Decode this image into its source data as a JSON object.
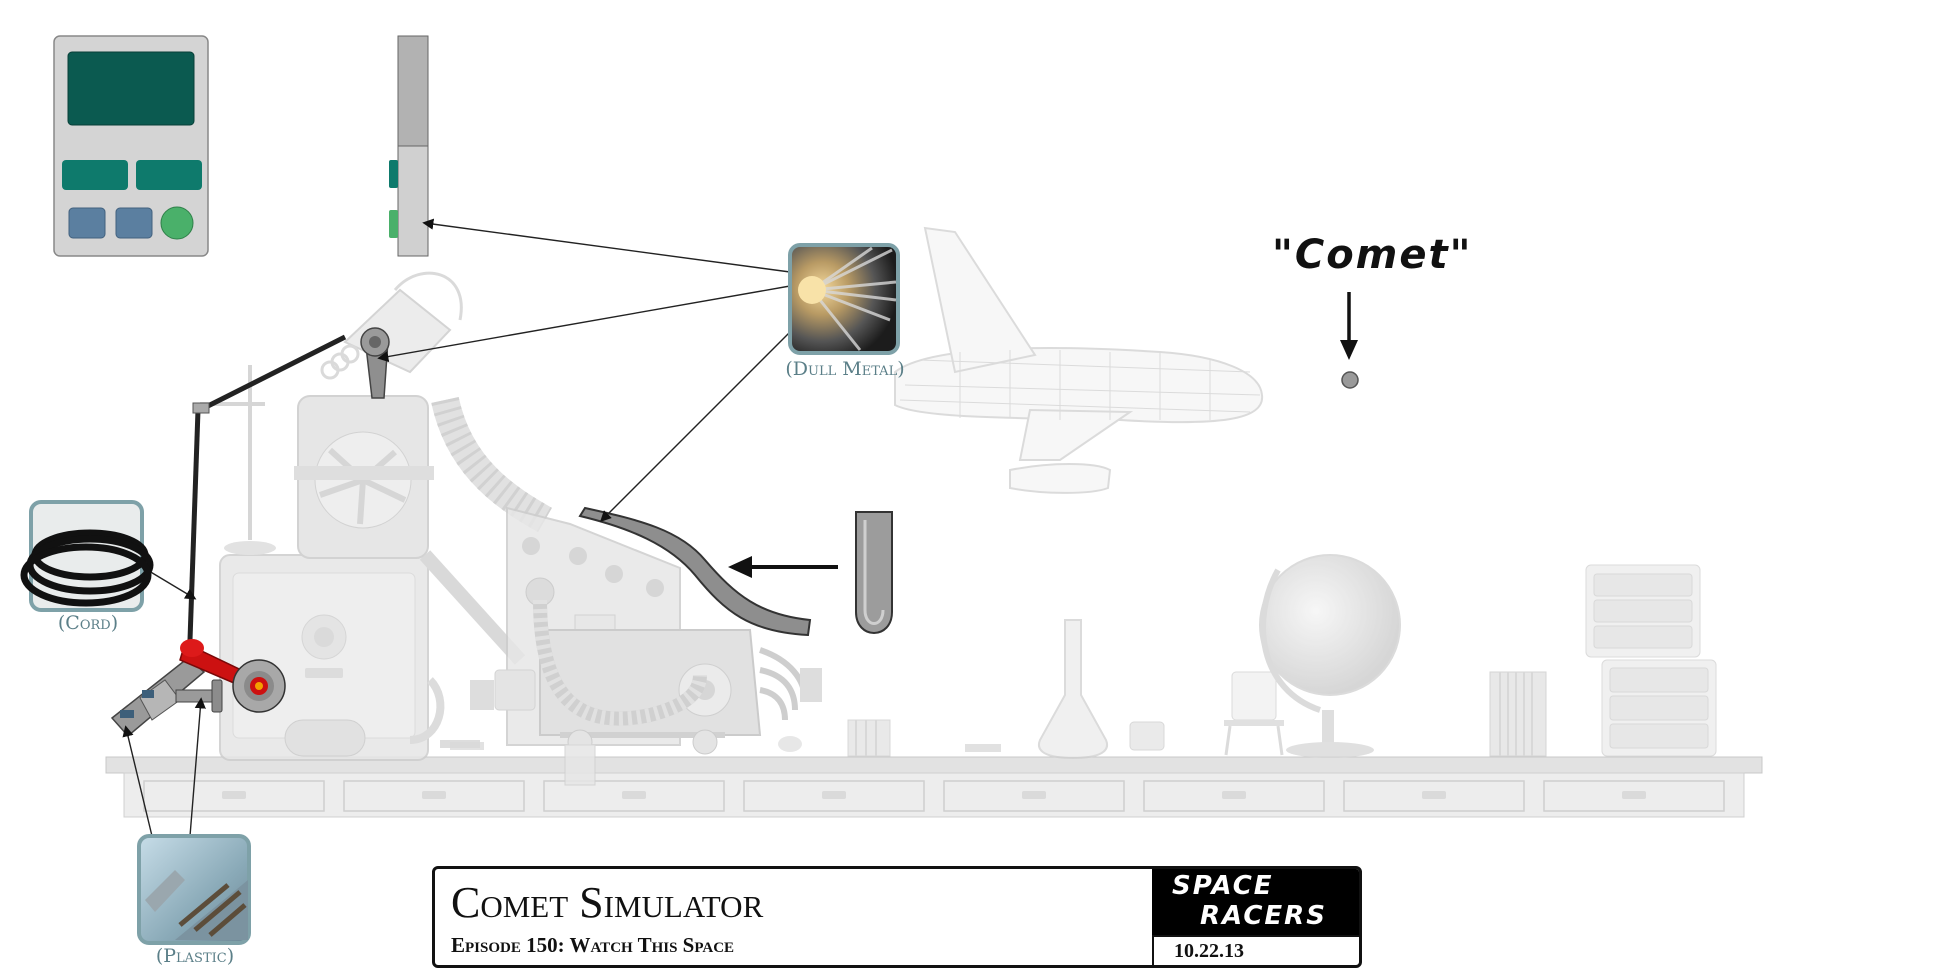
{
  "annotation": {
    "comet_label": "\"Comet\""
  },
  "swatches": {
    "dull_metal": {
      "label": "(Dull Metal)"
    },
    "cord": {
      "label": "(Cord)"
    },
    "plastic": {
      "label": "(Plastic)"
    }
  },
  "title_block": {
    "title": "Comet Simulator",
    "subtitle": "Episode 150: Watch This Space",
    "logo_line1": "SPACE",
    "logo_line2": "RACERS",
    "date": "10.22.13"
  },
  "colors": {
    "faded_prop": "#d8d8d8",
    "faded_stroke": "#c4c4c4",
    "teal_button": "#0e7a6c",
    "display_green": "#0b5a50",
    "blue_button": "#5b7fa0",
    "green_button": "#4ab06a",
    "lever_red": "#cc1111",
    "swatch_border": "#7ea1a8"
  }
}
